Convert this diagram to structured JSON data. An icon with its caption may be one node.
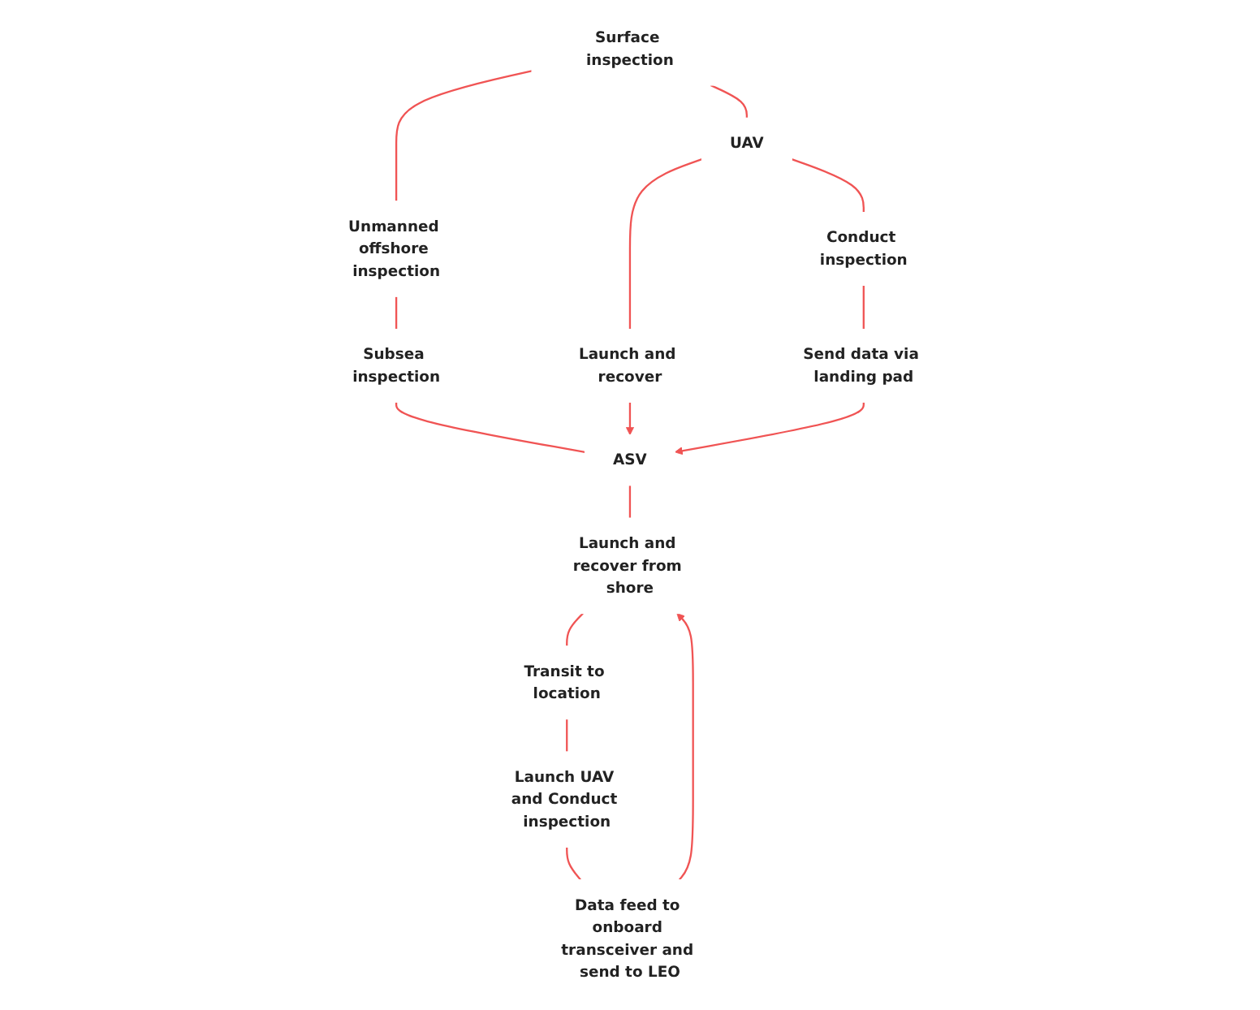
{
  "diagram": {
    "nodes": [
      {
        "text": [
          "Surface inspection"
        ]
      },
      {
        "text": [
          "Unmanned offshore inspection"
        ]
      },
      {
        "text": [
          "Subsea inspection"
        ]
      },
      {
        "text": [
          "UAV"
        ]
      },
      {
        "text": [
          "Launch and recover"
        ]
      },
      {
        "text": [
          "ASV"
        ]
      },
      {
        "text": [
          "Conduct inspection"
        ]
      },
      {
        "text": [
          "Send data via landing pad"
        ]
      },
      {
        "text": [
          "Launch and recover from shore"
        ]
      },
      {
        "text": [
          "Transit to location"
        ]
      },
      {
        "text": [
          "Launch UAV and Conduct inspection"
        ]
      },
      {
        "text": [
          "Data feed to onboard transceiver and send to LEO"
        ]
      }
    ],
    "edges": [
      {
        "from": 0,
        "to": 1,
        "arrow": "none"
      },
      {
        "from": 1,
        "to": 2,
        "arrow": "none"
      },
      {
        "from": 0,
        "to": 3,
        "arrow": "none"
      },
      {
        "from": 2,
        "to": 5,
        "arrow": "none"
      },
      {
        "from": 3,
        "to": 4,
        "arrow": "none"
      },
      {
        "from": 4,
        "to": 5,
        "arrow": "to"
      },
      {
        "from": 3,
        "to": 6,
        "arrow": "none"
      },
      {
        "from": 6,
        "to": 7,
        "arrow": "none"
      },
      {
        "from": 7,
        "to": 5,
        "arrow": "to"
      },
      {
        "from": 5,
        "to": 8,
        "arrow": "none"
      },
      {
        "from": 8,
        "to": 9,
        "arrow": "none"
      },
      {
        "from": 9,
        "to": 10,
        "arrow": "none"
      },
      {
        "from": 10,
        "to": 11,
        "arrow": "none"
      },
      {
        "from": 11,
        "to": 8,
        "arrow": "to"
      }
    ]
  }
}
